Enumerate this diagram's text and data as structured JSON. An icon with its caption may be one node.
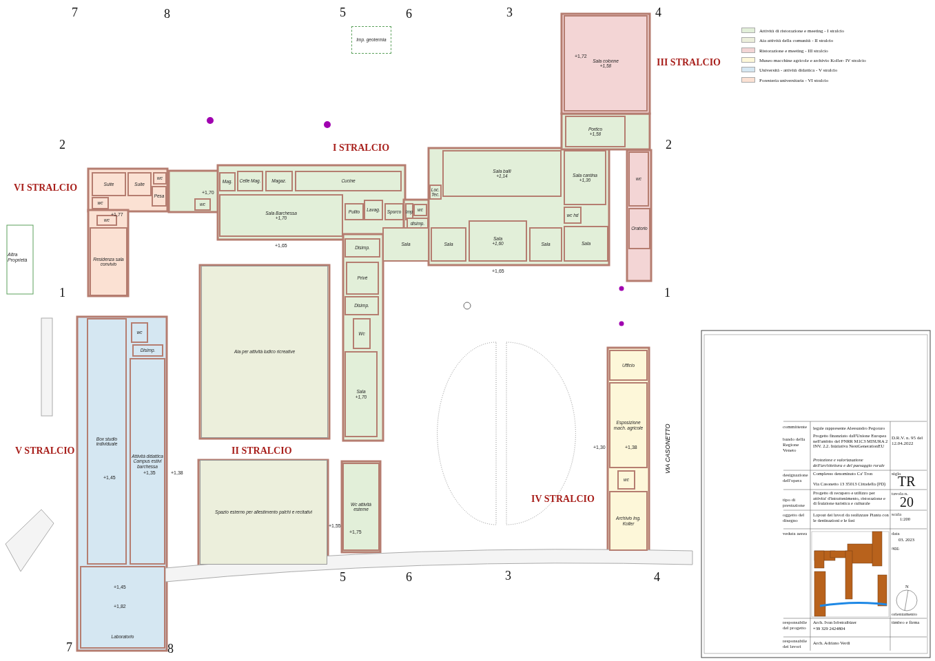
{
  "diagram": {
    "nodes": [
      {
        "text": [
          "Suite"
        ]
      },
      {
        "text": [
          "Suite"
        ]
      },
      {
        "text": [
          "wc"
        ]
      },
      {
        "text": [
          "wc"
        ]
      },
      {
        "text": [
          "Pesa"
        ]
      },
      {
        "text": [
          "wc"
        ]
      },
      {
        "text": [
          "Residenza sala convivio"
        ]
      },
      {
        "text": [
          "Mag."
        ]
      },
      {
        "text": [
          "Celle Mag."
        ]
      },
      {
        "text": [
          "Magaz."
        ]
      },
      {
        "text": [
          "Cucine"
        ]
      },
      {
        "text": [
          "wc"
        ]
      },
      {
        "text": [
          "Sala Barchessa",
          "+1,70"
        ]
      },
      {
        "text": [
          "Pulito"
        ]
      },
      {
        "text": [
          "Lavag."
        ]
      },
      {
        "text": [
          "Sporco"
        ]
      },
      {
        "text": [
          "Imp"
        ]
      },
      {
        "text": [
          "wc"
        ]
      },
      {
        "text": [
          "disimp."
        ]
      },
      {
        "text": [
          "Loc. Tec."
        ]
      },
      {
        "text": [
          "Sala balli",
          "+1,14"
        ]
      },
      {
        "text": [
          "Sala cantina",
          "+1,30"
        ]
      },
      {
        "text": [
          "Portico",
          "+1,58"
        ]
      },
      {
        "text": [
          "wc hd"
        ]
      },
      {
        "text": [
          "Disimp."
        ]
      },
      {
        "text": [
          "Sala"
        ]
      },
      {
        "text": [
          "Sala"
        ]
      },
      {
        "text": [
          "Sala",
          "+1,60"
        ]
      },
      {
        "text": [
          "Sala"
        ]
      },
      {
        "text": [
          "Sala"
        ]
      },
      {
        "text": [
          "Privé"
        ]
      },
      {
        "text": [
          "Disimp."
        ]
      },
      {
        "text": [
          "Wc"
        ]
      },
      {
        "text": [
          "Sala",
          "+1,70"
        ]
      },
      {
        "text": [
          "Wc attività esterne"
        ]
      },
      {
        "text": [
          "Sala colonne",
          "+1,58"
        ]
      },
      {
        "text": [
          "wc"
        ]
      },
      {
        "text": [
          "Oratorio"
        ]
      },
      {
        "text": [
          "Aia per attività ludico ricreative"
        ]
      },
      {
        "text": [
          "Spazio esterno per allestimento palchi e recitativi"
        ]
      },
      {
        "text": [
          "Ufficio"
        ]
      },
      {
        "text": [
          "Esposizione mach. agricole"
        ]
      },
      {
        "text": [
          "wc"
        ]
      },
      {
        "text": [
          "Archivio Ing. Koller"
        ]
      },
      {
        "text": [
          "wc"
        ]
      },
      {
        "text": [
          "Disimp."
        ]
      },
      {
        "text": [
          "Attività didattica Campus estivi barchessa"
        ]
      },
      {
        "text": [
          "Box studio individuale"
        ]
      },
      {
        "text": [
          "Laboratorio"
        ]
      },
      {
        "text": [
          "Imp. geotermia"
        ]
      }
    ],
    "labels": [
      "7",
      "8",
      "5",
      "6",
      "3",
      "4",
      "III STRALCIO",
      "+1,72",
      "I STRALCIO",
      "2",
      "2",
      "VI STRALCIO",
      "+1,70",
      "+1,77",
      "+1,65",
      "+1,65",
      "Altra Proprietà",
      "1",
      "1",
      "V STRALCIO",
      "II STRALCIO",
      "+1,45",
      "+1,35",
      "+1,38",
      "+1,30",
      "+1,38",
      "IV STRALCIO",
      "VIA CASONETTO",
      "+1,55",
      "+1,75",
      "+1,45",
      "+1,82",
      "5",
      "6",
      "3",
      "4",
      "7",
      "8",
      "committente",
      "legale rappresente Alessandro Pegoraro",
      "bando della Regione Veneto",
      "Progetto finanziato dall'Unione Europea nell'ambito del PNRR M1C3 MISURA 2 INV. 2.2. Iniziativa NextGenerationEU",
      "Protezione e valorizzazione dell'architettura e del paesaggio rurale",
      "D.R.V. n. 95 del 12.04.2022",
      "designazione dell'opera",
      "Complesso denominato Ca' Tron",
      "sigla",
      "TR",
      "Via Casonetto 13 35013 Cittadella (PD)",
      "tipo di prestazione",
      "Progetto di recupero e utilizzo per attivita' d'intrattenimento, ristorazione e di fruizione turistica e culturale",
      "tavola n.",
      "20",
      "oggetto del disegno",
      "Layout dei lavori da realizzare Pianta con le destinazioni e le fasi",
      "scala",
      "1:200",
      "veduta aerea",
      "data",
      "03. 2023",
      "agg.",
      "N",
      "orientamento",
      "responsabile del progetto",
      "Arch. Ivan Iobstraibizer",
      "+39 329 2424804",
      "timbro e firma",
      "responsabile dei lavori",
      "Arch. Adriano Verdi"
    ],
    "legend": [
      {
        "text": "Attività di ristorazione e meeting - I stralcio",
        "color": "#e2efd9"
      },
      {
        "text": "Aia attività della comunità - II stralcio",
        "color": "#ecefdc"
      },
      {
        "text": "Ristorazione e meeting - III stralcio",
        "color": "#f3d5d5"
      },
      {
        "text": "Museo macchine agricole e archivio Koller- IV stralcio",
        "color": "#fdf7d9"
      },
      {
        "text": "Università - attività didattica - V stralcio",
        "color": "#d5e7f2"
      },
      {
        "text": "Foresteria universitaria - VI stralcio",
        "color": "#fbe1d3"
      }
    ]
  }
}
